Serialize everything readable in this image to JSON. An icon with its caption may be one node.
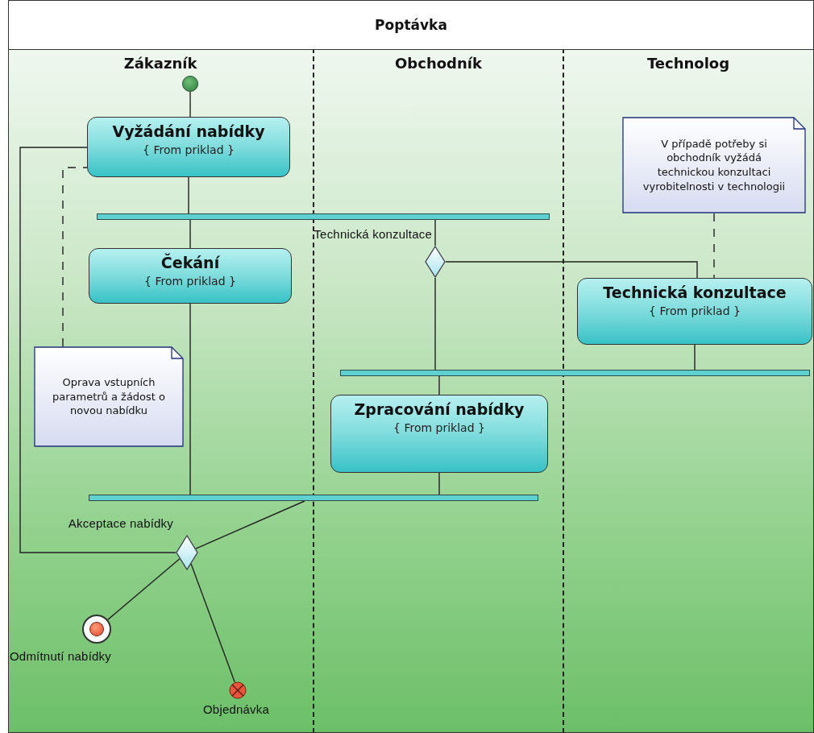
{
  "diagram": {
    "nodes": [
      {
        "text": [
          "Poptávka"
        ]
      },
      {
        "text": [
          "Zákazník"
        ],
        "in": 0
      },
      {
        "text": [
          "Obchodník"
        ],
        "in": 0
      },
      {
        "text": [
          "Technolog"
        ],
        "in": 0
      },
      {
        "text": [],
        "shape": "circle",
        "in": 1
      },
      {
        "text": [
          "Vyžádání nabídky",
          "{ From priklad }"
        ],
        "in": 1
      },
      {
        "text": [],
        "shape": "bar",
        "in": 0
      },
      {
        "text": [
          "Čekání",
          "{ From priklad }"
        ],
        "in": 1
      },
      {
        "text": [],
        "shape": "diamond",
        "beside": [
          "Technická konzultace"
        ],
        "in": 2
      },
      {
        "text": [
          "V případě potřeby si obchodník vyžádá technickou konzultaci vyrobitelnosti v technologii"
        ],
        "in": 3
      },
      {
        "text": [
          "Technická konzultace",
          "{ From priklad }"
        ],
        "in": 3
      },
      {
        "text": [],
        "shape": "bar",
        "in": 0
      },
      {
        "text": [
          "Zpracování nabídky",
          "{ From priklad }"
        ],
        "in": 2
      },
      {
        "text": [
          "Oprava vstupních parametrů a žádost o novou nabídku"
        ],
        "in": 1
      },
      {
        "text": [],
        "shape": "bar",
        "in": 0
      },
      {
        "text": [],
        "shape": "diamond",
        "beside": [
          "Akceptace nabídky"
        ],
        "in": 1
      },
      {
        "text": [],
        "shape": "circle",
        "beside": [
          "Odmítnutí nabídky"
        ],
        "in": 1
      },
      {
        "text": [],
        "shape": "circle",
        "beside": [
          "Objednávka"
        ],
        "in": 1
      }
    ],
    "edges": [
      {
        "from": 4,
        "to": 5,
        "arrow": "none"
      },
      {
        "from": 5,
        "to": 6,
        "arrow": "none"
      },
      {
        "from": 6,
        "to": 7,
        "arrow": "none"
      },
      {
        "from": 6,
        "to": 8,
        "arrow": "none"
      },
      {
        "from": 8,
        "to": 10,
        "arrow": "none"
      },
      {
        "from": 8,
        "to": 11,
        "arrow": "none"
      },
      {
        "from": 10,
        "to": 11,
        "arrow": "none"
      },
      {
        "from": 11,
        "to": 12,
        "arrow": "none"
      },
      {
        "from": 12,
        "to": 14,
        "arrow": "none"
      },
      {
        "from": 7,
        "to": 14,
        "arrow": "none"
      },
      {
        "from": 14,
        "to": 15,
        "arrow": "none"
      },
      {
        "from": 15,
        "to": 5,
        "arrow": "none"
      },
      {
        "from": 15,
        "to": 16,
        "arrow": "none"
      },
      {
        "from": 15,
        "to": 17,
        "arrow": "none"
      },
      {
        "from": 9,
        "to": 10,
        "arrow": "none",
        "style": "dashed"
      },
      {
        "from": 13,
        "to": 5,
        "arrow": "none",
        "style": "dashed"
      }
    ]
  }
}
